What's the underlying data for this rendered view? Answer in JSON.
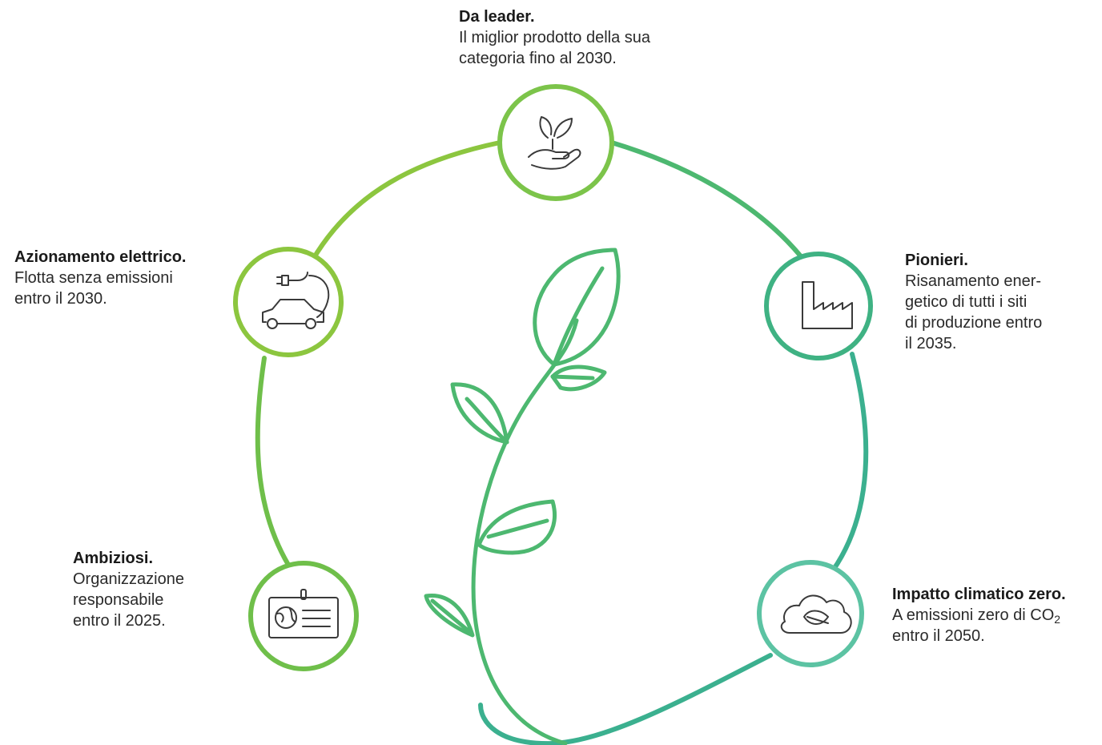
{
  "milestones": {
    "leader": {
      "title": "Da leader.",
      "lines": [
        "Il miglior prodotto della sua",
        "categoria fino al 2030."
      ]
    },
    "pionieri": {
      "title": "Pionieri.",
      "lines": [
        "Risanamento ener-",
        "getico di tutti i siti",
        "di produzione entro",
        "il 2035."
      ]
    },
    "azionamento": {
      "title": "Azionamento elettrico.",
      "lines": [
        "Flotta senza emissioni",
        "entro il 2030."
      ]
    },
    "ambiziosi": {
      "title": "Ambiziosi.",
      "lines": [
        "Organizzazione",
        "responsabile",
        "entro il 2025."
      ]
    },
    "impatto": {
      "title": "Impatto climatico zero.",
      "line1_prefix": "A emissioni zero di CO",
      "line1_sub": "2",
      "line2": "entro il 2050."
    }
  },
  "icons": {
    "leader": "hand-with-leaves-icon",
    "pionieri": "factory-icon",
    "azionamento": "electric-car-icon",
    "ambiziosi": "id-card-globe-icon",
    "impatto": "cloud-leaf-icon"
  },
  "colors": {
    "green_light": "#8cc63f",
    "green_mid": "#5cb85c",
    "teal": "#3bb08f",
    "teal_light": "#7fcfc0",
    "icon_stroke": "#3a3a3a",
    "text": "#1a1a1a"
  }
}
